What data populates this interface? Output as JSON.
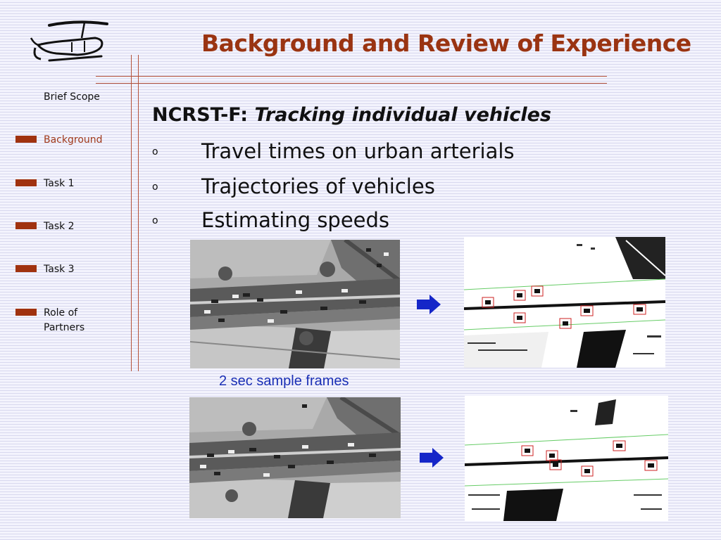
{
  "slide": {
    "title": "Background and Review of Experience",
    "heading_prefix": "NCRST-F",
    "heading_sep": ": ",
    "heading_italic": "Tracking individual vehicles",
    "bullet_marker": "o",
    "bullets": [
      "Travel times on urban arterials",
      "Trajectories of vehicles",
      "Estimating speeds"
    ],
    "caption": "2 sec sample frames"
  },
  "nav": {
    "items": [
      {
        "label": "Brief Scope",
        "active": false,
        "marker": false
      },
      {
        "label": "Background",
        "active": true,
        "marker": true
      },
      {
        "label": "Task 1",
        "active": false,
        "marker": true
      },
      {
        "label": "Task 2",
        "active": false,
        "marker": true
      },
      {
        "label": "Task 3",
        "active": false,
        "marker": true
      },
      {
        "label": "Role of Partners",
        "active": false,
        "marker": true
      }
    ]
  },
  "icons": {
    "logo": "helicopter-icon",
    "arrow": "right-arrow-icon"
  },
  "colors": {
    "title": "#9a3412",
    "nav_marker": "#a0320f",
    "caption": "#1a2fb5",
    "arrow": "#1526c8",
    "rule": "#b5533a"
  }
}
